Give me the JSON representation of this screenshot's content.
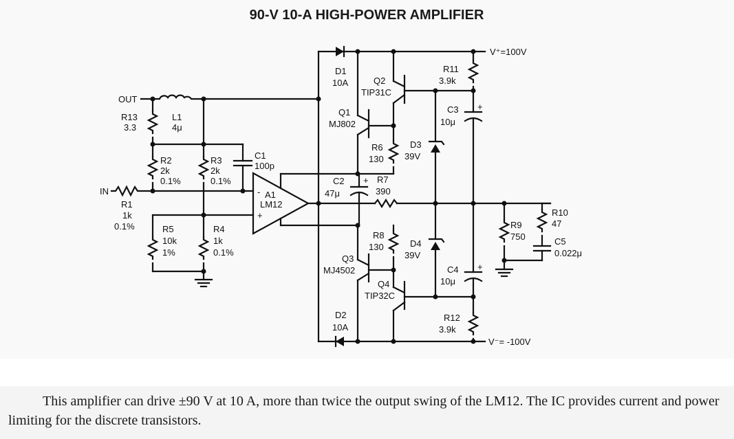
{
  "title": "90-V 10-A HIGH-POWER AMPLIFIER",
  "terminals": {
    "out": "OUT",
    "in": "IN",
    "vplus": "V⁺=100V",
    "vminus": "V⁻= -100V"
  },
  "components": {
    "R13": {
      "ref": "R13",
      "value": "3.3"
    },
    "L1": {
      "ref": "L1",
      "value": "4μ"
    },
    "R2": {
      "ref": "R2",
      "value": "2k",
      "tol": "0.1%"
    },
    "R3": {
      "ref": "R3",
      "value": "2k",
      "tol": "0.1%"
    },
    "C1": {
      "ref": "C1",
      "value": "100p"
    },
    "R1": {
      "ref": "R1",
      "value": "1k",
      "tol": "0.1%"
    },
    "R5": {
      "ref": "R5",
      "value": "10k",
      "tol": "1%"
    },
    "R4": {
      "ref": "R4",
      "value": "1k",
      "tol": "0.1%"
    },
    "A1": {
      "ref": "A1",
      "value": "LM12",
      "minus": "-",
      "plus": "+"
    },
    "D1": {
      "ref": "D1",
      "value": "10A"
    },
    "D2": {
      "ref": "D2",
      "value": "10A"
    },
    "Q1": {
      "ref": "Q1",
      "value": "MJ802"
    },
    "Q2": {
      "ref": "Q2",
      "value": "TIP31C"
    },
    "Q3": {
      "ref": "Q3",
      "value": "MJ4502"
    },
    "Q4": {
      "ref": "Q4",
      "value": "TIP32C"
    },
    "R6": {
      "ref": "R6",
      "value": "130"
    },
    "R8": {
      "ref": "R8",
      "value": "130"
    },
    "D3": {
      "ref": "D3",
      "value": "39V"
    },
    "D4": {
      "ref": "D4",
      "value": "39V"
    },
    "C2": {
      "ref": "C2",
      "value": "47μ"
    },
    "R7": {
      "ref": "R7",
      "value": "390"
    },
    "R11": {
      "ref": "R11",
      "value": "3.9k"
    },
    "R12": {
      "ref": "R12",
      "value": "3.9k"
    },
    "C3": {
      "ref": "C3",
      "value": "10μ"
    },
    "C4": {
      "ref": "C4",
      "value": "10μ"
    },
    "R9": {
      "ref": "R9",
      "value": "750"
    },
    "R10": {
      "ref": "R10",
      "value": "47"
    },
    "C5": {
      "ref": "C5",
      "value": "0.022μ"
    }
  },
  "polarity_mark": "+",
  "caption": "This amplifier can drive ±90 V at 10 A, more than twice the output swing of the LM12. The IC provides current and power limiting for the discrete transistors."
}
